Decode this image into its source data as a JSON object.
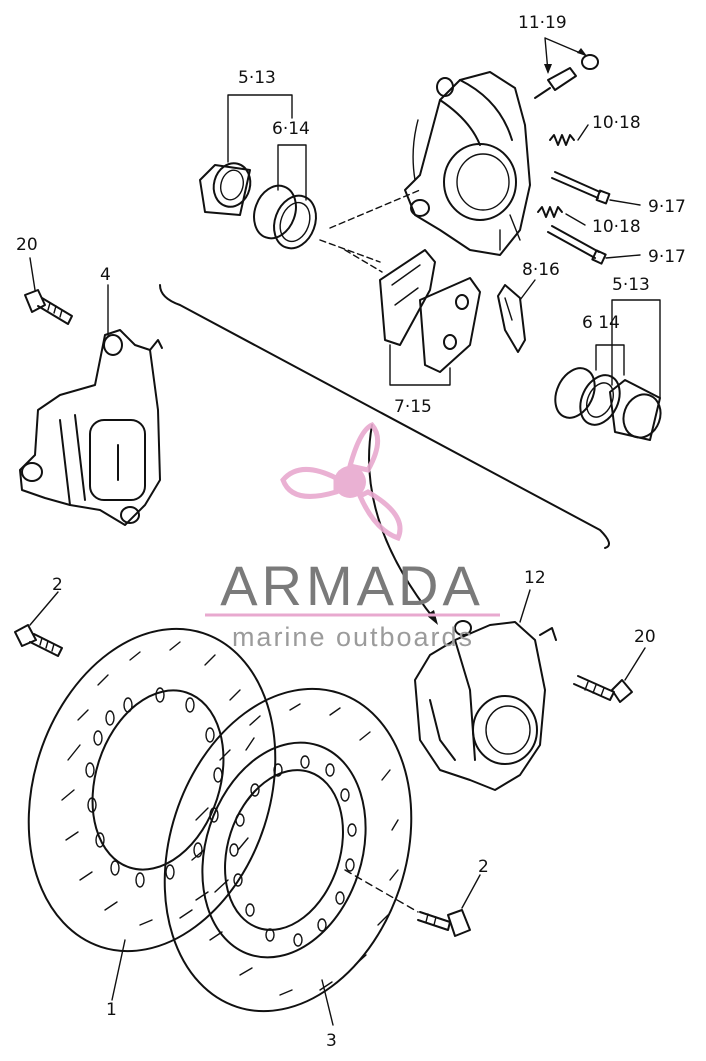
{
  "watermark": {
    "brand": "ARMADA",
    "tagline": "marine outboards",
    "colors": {
      "logo": "#e8a9cf",
      "logo_dark": "#d98bbd",
      "text": "#7a7a7a",
      "rule": "#e8a9cf"
    }
  },
  "callouts": {
    "c11_19": "11·19",
    "c5_13_top": "5·13",
    "c6_14_top": "6·14",
    "c10_18_a": "10·18",
    "c9_17_a": "9·17",
    "c10_18_b": "10·18",
    "c9_17_b": "9·17",
    "c20_left": "20",
    "c4": "4",
    "c8_16": "8·16",
    "c5_13_right": "5·13",
    "c6_14_right": "6 14",
    "c7_15": "7·15",
    "c12": "12",
    "c2_top": "2",
    "c20_right": "20",
    "c2_bottom": "2",
    "c1": "1",
    "c3": "3"
  }
}
